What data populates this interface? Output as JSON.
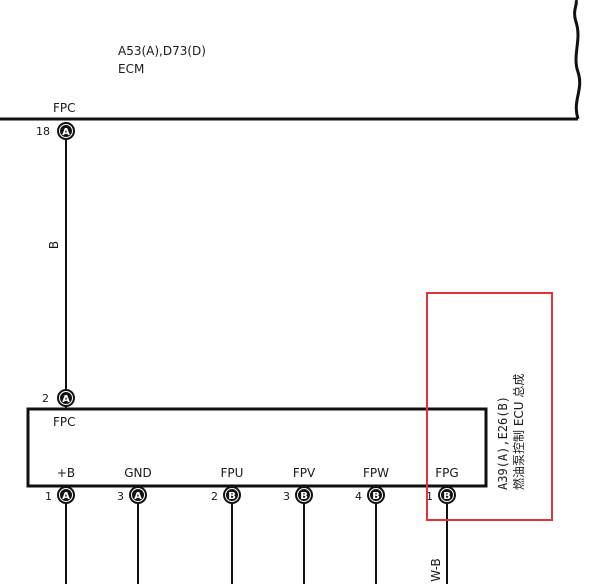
{
  "ecm": {
    "title_line1": "A53(A),D73(D)",
    "title_line2": "ECM",
    "pin_name": "FPC",
    "pin_number": "18",
    "connector": "A"
  },
  "wire_main": {
    "color_label": "B"
  },
  "fuel_pump_ecu": {
    "top_pin_number": "2",
    "top_connector": "A",
    "top_pin_name": "FPC",
    "name_line1": "A39(A),E26(B)",
    "name_line2": "燃油泵控制 ECU 总成",
    "pins": [
      {
        "name": "+B",
        "number": "1",
        "connector": "A"
      },
      {
        "name": "GND",
        "number": "3",
        "connector": "A"
      },
      {
        "name": "FPU",
        "number": "2",
        "connector": "B"
      },
      {
        "name": "FPV",
        "number": "3",
        "connector": "B"
      },
      {
        "name": "FPW",
        "number": "4",
        "connector": "B"
      },
      {
        "name": "FPG",
        "number": "1",
        "connector": "B"
      }
    ]
  },
  "wire_fpg": {
    "color_label": "W-B"
  },
  "highlight": {
    "color": "#e0343a"
  }
}
